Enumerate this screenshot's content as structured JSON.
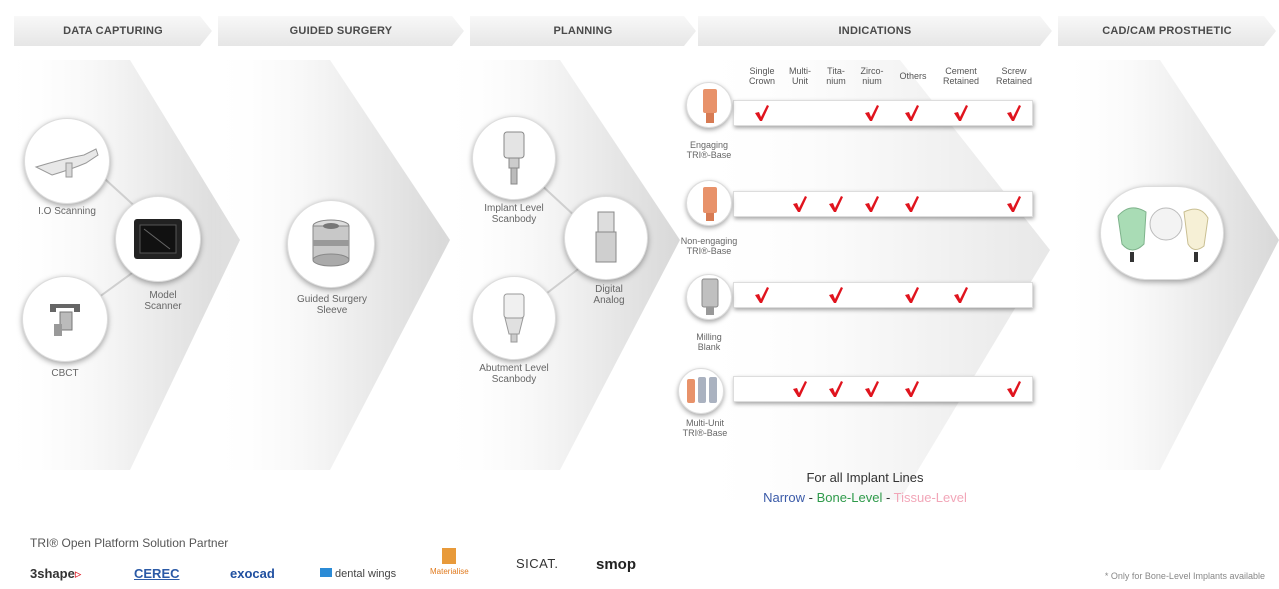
{
  "headers": [
    "DATA CAPTURING",
    "GUIDED SURGERY",
    "PLANNING",
    "INDICATIONS",
    "CAD/CAM PROSTHETIC"
  ],
  "data_capturing": {
    "io_scanning": "I.O Scanning",
    "model_scanner": [
      "Model",
      "Scanner"
    ],
    "cbct": "CBCT"
  },
  "guided_surgery": {
    "sleeve": [
      "Guided Surgery",
      "Sleeve"
    ]
  },
  "planning": {
    "implant_scanbody": [
      "Implant Level",
      "Scanbody"
    ],
    "digital_analog": [
      "Digital",
      "Analog"
    ],
    "abutment_scanbody": [
      "Abutment Level",
      "Scanbody"
    ]
  },
  "indications": {
    "columns": [
      [
        "Single",
        "Crown"
      ],
      [
        "Multi-",
        "Unit"
      ],
      [
        "Tita-",
        "nium"
      ],
      [
        "Zirco-",
        "nium"
      ],
      [
        "Others"
      ],
      [
        "Cement",
        "Retained"
      ],
      [
        "Screw",
        "Retained"
      ]
    ],
    "products": [
      {
        "name": [
          "Engaging",
          "TRI®-Base"
        ],
        "checks": [
          true,
          false,
          false,
          true,
          true,
          true,
          true
        ]
      },
      {
        "name": [
          "Non-engaging",
          "TRI®-Base"
        ],
        "checks": [
          false,
          true,
          true,
          true,
          true,
          false,
          true
        ]
      },
      {
        "name": [
          "Milling",
          "Blank"
        ],
        "checks": [
          true,
          false,
          true,
          false,
          true,
          true,
          false
        ]
      },
      {
        "name": [
          "Multi-Unit",
          "TRI®-Base"
        ],
        "checks": [
          false,
          true,
          true,
          true,
          true,
          false,
          true
        ]
      }
    ],
    "check_color": "#e0141e"
  },
  "implant_lines": {
    "title": "For all Implant Lines",
    "narrow": "Narrow",
    "sep1": " - ",
    "bone": "Bone-Level",
    "sep2": " - ",
    "tissue": "Tissue-Level",
    "colors": {
      "narrow": "#3a5aa8",
      "bone": "#2e9a4a",
      "tissue": "#f2a6b8"
    }
  },
  "partners": {
    "title": "TRI® Open Platform Solution Partner",
    "logos": [
      "3shape",
      "CEREC",
      "exocad",
      "dental wings",
      "Materialise",
      "SICAT.",
      "smop"
    ]
  },
  "footnote": "* Only for Bone-Level Implants available"
}
